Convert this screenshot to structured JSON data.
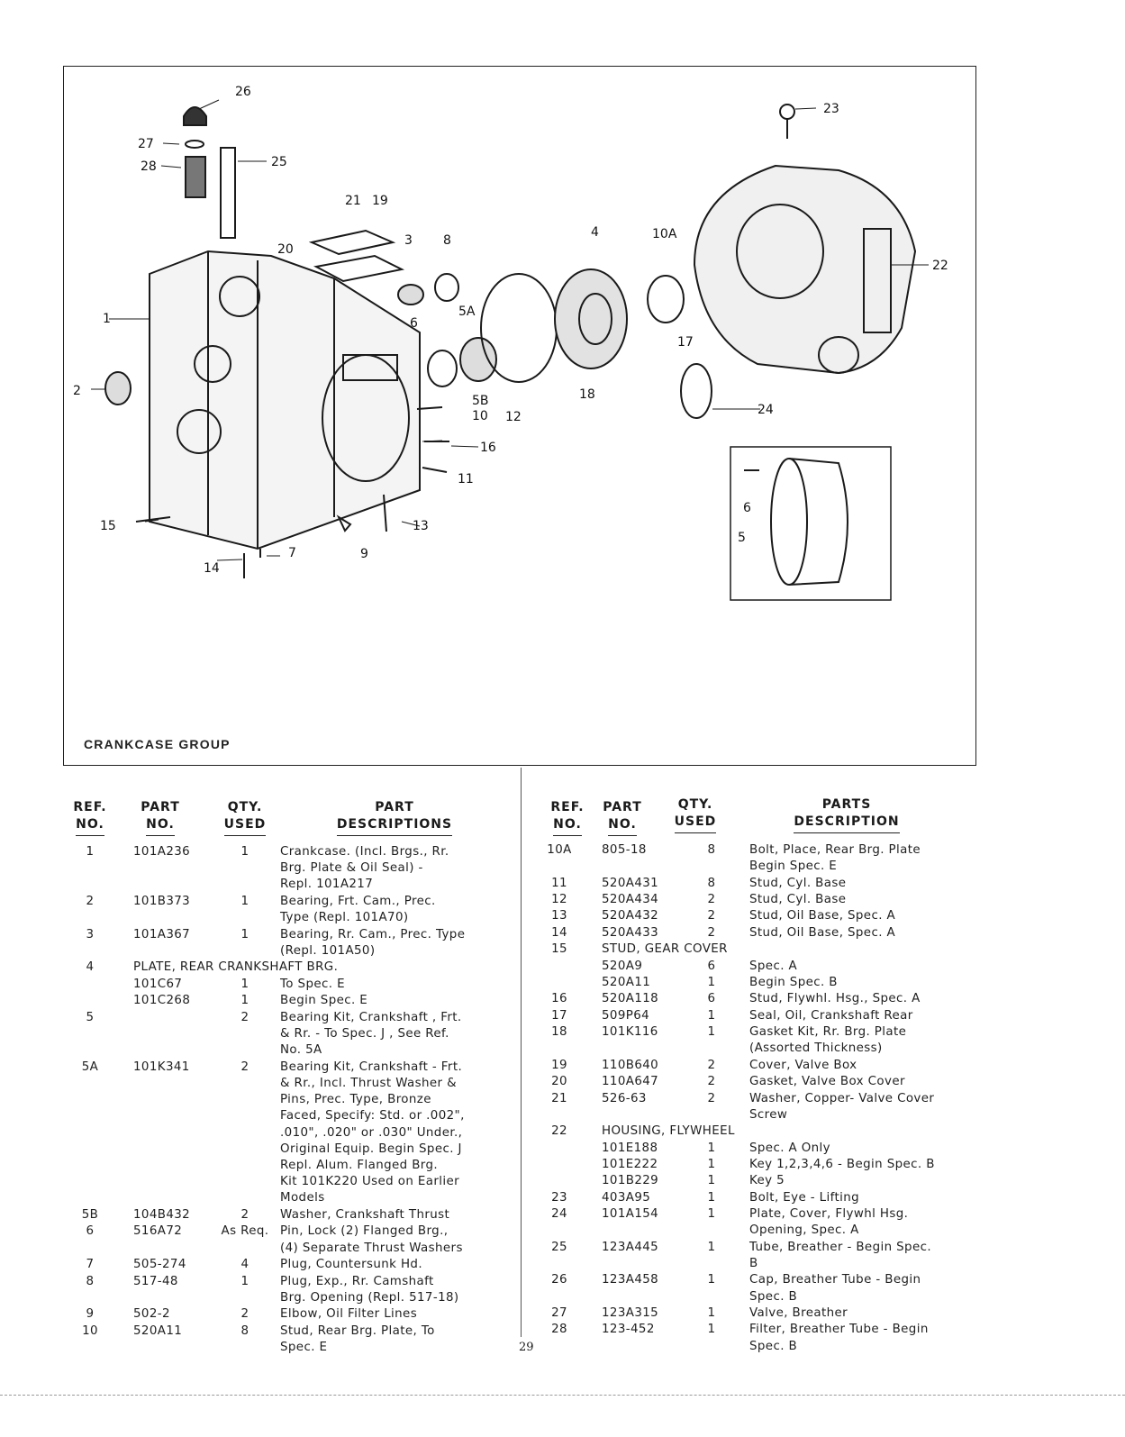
{
  "figure": {
    "caption": "CRANKCASE GROUP",
    "callouts": [
      "26",
      "27",
      "28",
      "25",
      "21",
      "19",
      "20",
      "3",
      "8",
      "4",
      "10A",
      "23",
      "22",
      "1",
      "6",
      "5A",
      "17",
      "2",
      "5B",
      "10",
      "12",
      "18",
      "24",
      "16",
      "11",
      "15",
      "13",
      "9",
      "14",
      "7",
      "6",
      "5"
    ]
  },
  "left_table": {
    "headers": {
      "ref": [
        "REF.",
        "NO."
      ],
      "part": [
        "PART",
        "NO."
      ],
      "qty": [
        "QTY.",
        "USED"
      ],
      "desc": [
        "PART",
        "DESCRIPTIONS"
      ]
    },
    "rows": [
      {
        "ref": "1",
        "part": "101A236",
        "qty": "1",
        "desc": [
          "Crankcase. (Incl. Brgs., Rr.",
          "Brg. Plate & Oil Seal) -",
          "Repl. 101A217"
        ]
      },
      {
        "ref": "2",
        "part": "101B373",
        "qty": "1",
        "desc": [
          "Bearing, Frt. Cam., Prec.",
          "Type (Repl. 101A70)"
        ]
      },
      {
        "ref": "3",
        "part": "101A367",
        "qty": "1",
        "desc": [
          "Bearing, Rr. Cam., Prec. Type",
          "(Repl. 101A50)"
        ]
      },
      {
        "ref": "4",
        "part": "PLATE, REAR CRANKSHAFT BRG.",
        "qty": "",
        "desc": []
      },
      {
        "ref": "",
        "part": "101C67",
        "qty": "1",
        "desc": [
          "To Spec. E"
        ]
      },
      {
        "ref": "",
        "part": "101C268",
        "qty": "1",
        "desc": [
          "Begin Spec. E"
        ]
      },
      {
        "ref": "5",
        "part": "",
        "qty": "2",
        "desc": [
          "Bearing Kit, Crankshaft , Frt.",
          "& Rr. - To Spec. J , See Ref.",
          "No. 5A"
        ]
      },
      {
        "ref": "5A",
        "part": "101K341",
        "qty": "2",
        "desc": [
          "Bearing Kit, Crankshaft - Frt.",
          "& Rr., Incl. Thrust Washer &",
          "Pins, Prec. Type, Bronze",
          "Faced, Specify: Std. or .002\",",
          ".010\", .020\" or .030\" Under.,",
          "Original Equip. Begin Spec. J",
          "Repl. Alum. Flanged Brg.",
          "Kit 101K220 Used on Earlier",
          "Models"
        ]
      },
      {
        "ref": "5B",
        "part": "104B432",
        "qty": "2",
        "desc": [
          "Washer, Crankshaft Thrust"
        ]
      },
      {
        "ref": "6",
        "part": "516A72",
        "qty": "As Req.",
        "desc": [
          "Pin, Lock (2) Flanged Brg.,",
          "(4) Separate Thrust Washers"
        ]
      },
      {
        "ref": "7",
        "part": "505-274",
        "qty": "4",
        "desc": [
          "Plug, Countersunk Hd."
        ]
      },
      {
        "ref": "8",
        "part": "517-48",
        "qty": "1",
        "desc": [
          "Plug, Exp., Rr. Camshaft",
          "Brg. Opening (Repl. 517-18)"
        ]
      },
      {
        "ref": "9",
        "part": "502-2",
        "qty": "2",
        "desc": [
          "Elbow, Oil Filter Lines"
        ]
      },
      {
        "ref": "10",
        "part": "520A11",
        "qty": "8",
        "desc": [
          "Stud, Rear Brg. Plate, To",
          "Spec. E"
        ]
      }
    ]
  },
  "right_table": {
    "headers": {
      "ref": [
        "REF.",
        "NO."
      ],
      "part": [
        "PART",
        "NO."
      ],
      "qty": [
        "QTY.",
        "USED"
      ],
      "desc": [
        "PARTS",
        "DESCRIPTION"
      ]
    },
    "rows": [
      {
        "ref": "10A",
        "part": "805-18",
        "qty": "8",
        "desc": [
          "Bolt, Place, Rear Brg. Plate",
          "Begin Spec. E"
        ]
      },
      {
        "ref": "11",
        "part": "520A431",
        "qty": "8",
        "desc": [
          "Stud, Cyl. Base"
        ]
      },
      {
        "ref": "12",
        "part": "520A434",
        "qty": "2",
        "desc": [
          "Stud, Cyl. Base"
        ]
      },
      {
        "ref": "13",
        "part": "520A432",
        "qty": "2",
        "desc": [
          "Stud, Oil Base, Spec. A"
        ]
      },
      {
        "ref": "14",
        "part": "520A433",
        "qty": "2",
        "desc": [
          "Stud, Oil Base, Spec. A"
        ]
      },
      {
        "ref": "15",
        "part": "STUD, GEAR COVER",
        "qty": "",
        "desc": []
      },
      {
        "ref": "",
        "part": "520A9",
        "qty": "6",
        "desc": [
          "Spec. A"
        ]
      },
      {
        "ref": "",
        "part": "520A11",
        "qty": "1",
        "desc": [
          "Begin Spec. B"
        ]
      },
      {
        "ref": "16",
        "part": "520A118",
        "qty": "6",
        "desc": [
          "Stud, Flywhl. Hsg., Spec. A"
        ]
      },
      {
        "ref": "17",
        "part": "509P64",
        "qty": "1",
        "desc": [
          "Seal, Oil, Crankshaft Rear"
        ]
      },
      {
        "ref": "18",
        "part": "101K116",
        "qty": "1",
        "desc": [
          "Gasket Kit, Rr. Brg. Plate",
          "(Assorted Thickness)"
        ]
      },
      {
        "ref": "19",
        "part": "110B640",
        "qty": "2",
        "desc": [
          "Cover, Valve Box"
        ]
      },
      {
        "ref": "20",
        "part": "110A647",
        "qty": "2",
        "desc": [
          "Gasket, Valve Box Cover"
        ]
      },
      {
        "ref": "21",
        "part": "526-63",
        "qty": "2",
        "desc": [
          "Washer, Copper- Valve Cover",
          "Screw"
        ]
      },
      {
        "ref": "22",
        "part": "HOUSING, FLYWHEEL",
        "qty": "",
        "desc": []
      },
      {
        "ref": "",
        "part": "101E188",
        "qty": "1",
        "desc": [
          "Spec. A Only"
        ]
      },
      {
        "ref": "",
        "part": "101E222",
        "qty": "1",
        "desc": [
          "Key 1,2,3,4,6 - Begin Spec. B"
        ]
      },
      {
        "ref": "",
        "part": "101B229",
        "qty": "1",
        "desc": [
          "Key 5"
        ]
      },
      {
        "ref": "23",
        "part": "403A95",
        "qty": "1",
        "desc": [
          "Bolt, Eye - Lifting"
        ]
      },
      {
        "ref": "24",
        "part": "101A154",
        "qty": "1",
        "desc": [
          "Plate, Cover, Flywhl Hsg.",
          "Opening, Spec. A"
        ]
      },
      {
        "ref": "25",
        "part": "123A445",
        "qty": "1",
        "desc": [
          "Tube, Breather - Begin Spec.",
          "B"
        ]
      },
      {
        "ref": "26",
        "part": "123A458",
        "qty": "1",
        "desc": [
          "Cap, Breather Tube - Begin",
          "Spec. B"
        ]
      },
      {
        "ref": "27",
        "part": "123A315",
        "qty": "1",
        "desc": [
          "Valve, Breather"
        ]
      },
      {
        "ref": "28",
        "part": "123-452",
        "qty": "1",
        "desc": [
          "Filter, Breather Tube - Begin",
          "Spec. B"
        ]
      }
    ]
  },
  "page_number": "29"
}
